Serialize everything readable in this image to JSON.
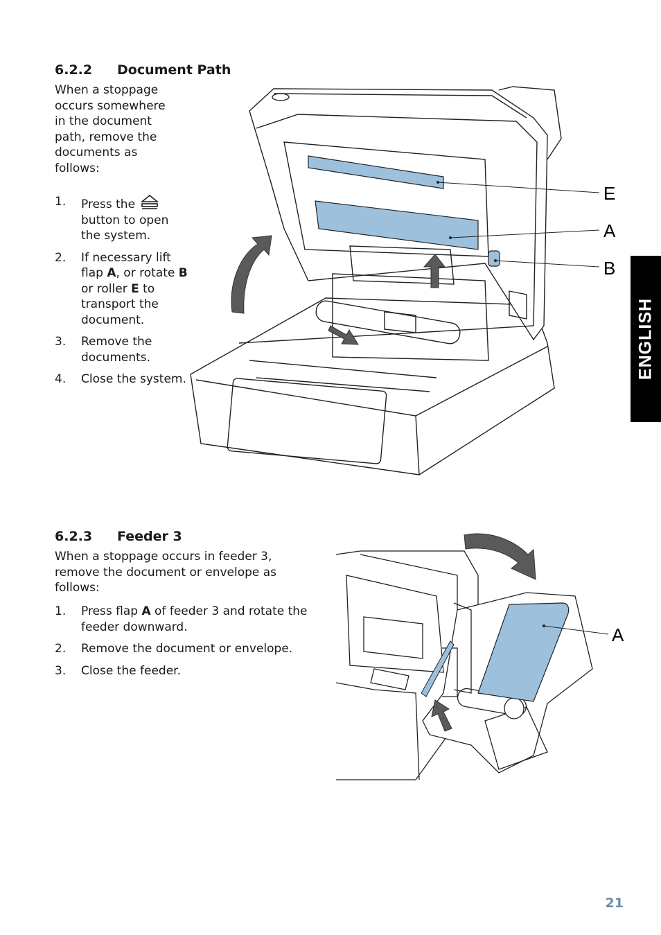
{
  "section1": {
    "number": "6.2.2",
    "title": "Document Path",
    "intro": "When a stoppage occurs somewhere in the document path, remove the documents as follows:",
    "steps": [
      {
        "n": "1.",
        "pre": "Press the",
        "post": "button to open the system."
      },
      {
        "n": "2.",
        "t1": "If necessary lift flap ",
        "b1": "A",
        "t2": ", or rotate ",
        "b2": "B",
        "t3": " or roller ",
        "b3": "E",
        "t4": " to transport the document."
      },
      {
        "n": "3.",
        "text": "Remove the documents."
      },
      {
        "n": "4.",
        "text": "Close the system."
      }
    ],
    "callouts": [
      "E",
      "A",
      "B"
    ]
  },
  "section2": {
    "number": "6.2.3",
    "title": "Feeder 3",
    "intro": "When a stoppage occurs in feeder 3, remove the document or envelope as follows:",
    "steps": [
      {
        "n": "1.",
        "t1": "Press flap ",
        "b1": "A",
        "t2": " of feeder 3 and rotate the feeder downward."
      },
      {
        "n": "2.",
        "text": "Remove the document or envelope."
      },
      {
        "n": "3.",
        "text": "Close the feeder."
      }
    ],
    "callouts": [
      "A"
    ]
  },
  "side_tab": "ENGLISH",
  "page_number": "21",
  "colors": {
    "highlight_blue": "#9dc0dc",
    "arrow_gray": "#5a5a5a",
    "tab_black": "#000000",
    "page_number": "#6f8cad"
  },
  "icons": [
    "eject-icon"
  ]
}
